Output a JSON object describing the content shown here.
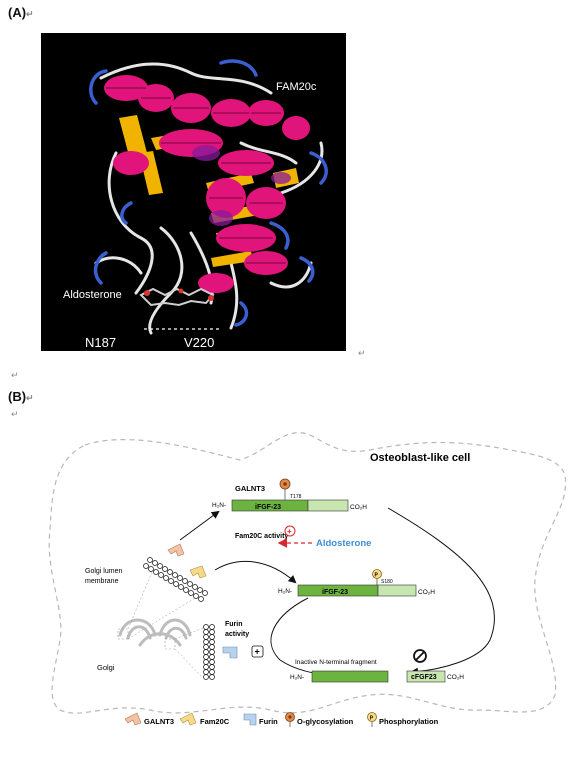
{
  "panel_a": {
    "label": "(A)",
    "return_mark": "↵",
    "protein_label": "FAM20c",
    "ligand_label": "Aldosterone",
    "residue_start": "N187",
    "residue_end": "V220",
    "colors": {
      "helix": "#e0147a",
      "sheet": "#f0b400",
      "coil": "#e8e8e8",
      "loop": "#3a5fd0",
      "background": "#000000"
    }
  },
  "panel_b": {
    "label": "(B)",
    "return_mark": "↵",
    "cell_title": "Osteoblast-like cell",
    "galnt3_label": "GALNT3",
    "t178_label": "T178",
    "s180_label": "S180",
    "nh2_label": "H₂N-",
    "fgf23_label": "iFGF-23",
    "co2h_label": "CO₂H",
    "fam20c_activity": "Fam20C activity",
    "aldosterone_label": "Aldosterone",
    "golgi_membrane": "Golgi lumen membrane",
    "golgi_label": "Golgi",
    "furin_activity": "Furin activity",
    "inactive_fragment": "Inactive N-terminal fragment",
    "cfgf23_label": "cFGF23",
    "legend": {
      "galnt3": "GALNT3",
      "fam20c": "Fam20C",
      "furin": "Furin",
      "oglyco": "O-glycosylation",
      "phospho": "Phosphorylation"
    },
    "colors": {
      "fgf_dark": "#6db33f",
      "fgf_light": "#c8e6b0",
      "aldosterone_text": "#3d8fd4",
      "inhibit_red": "#d9262a",
      "galnt3_shape": "#f4c3a3",
      "fam20c_shape": "#f7d98a",
      "furin_shape": "#b6d2ec"
    }
  }
}
